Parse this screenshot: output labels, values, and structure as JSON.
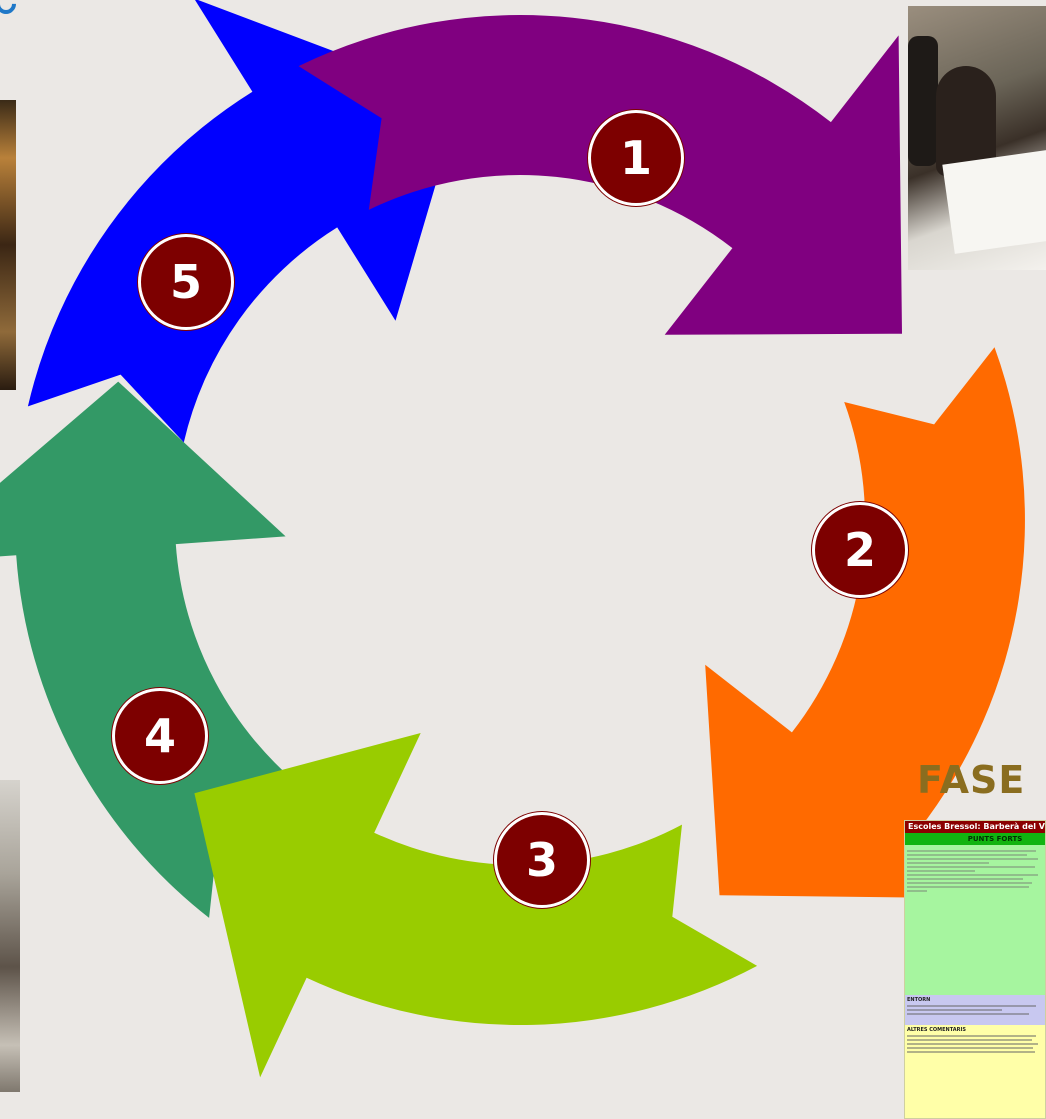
{
  "steps": [
    {
      "label": "1",
      "color": "#800080"
    },
    {
      "label": "2",
      "color": "#ff6a00"
    },
    {
      "label": "3",
      "color": "#99cc00"
    },
    {
      "label": "4",
      "color": "#339966"
    },
    {
      "label": "5",
      "color": "#0000ff"
    }
  ],
  "badge_color": "#7d0000",
  "fase_label": "FASE",
  "document": {
    "header": "Escoles Bressol: Barberà del V",
    "subheader": "PUNTS FORTS",
    "section_entorn": "ENTORN",
    "section_altres": "ALTRES COMENTARIS"
  }
}
